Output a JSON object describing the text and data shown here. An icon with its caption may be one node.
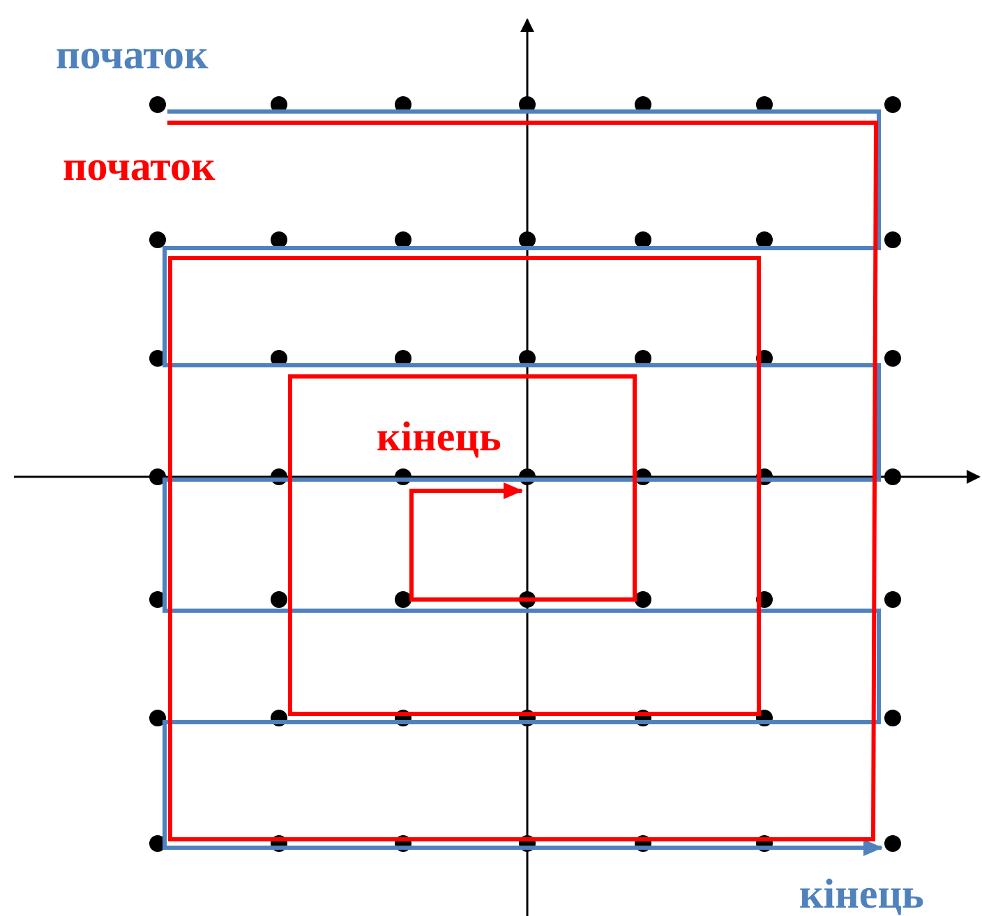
{
  "diagram": {
    "labels": [
      "початок",
      "початок",
      "кінець",
      "кінець"
    ]
  }
}
